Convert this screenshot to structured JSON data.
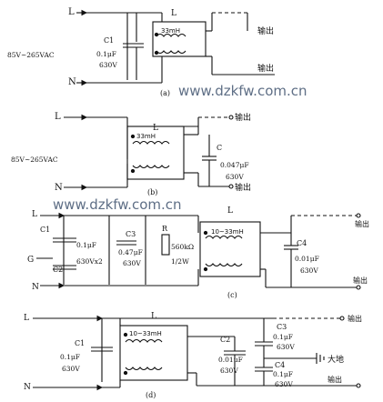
{
  "watermark": "www.dzkfw.com.cn",
  "a": {
    "L": "L",
    "N": "N",
    "ind": "L",
    "ind_val": "33mH",
    "cap": "C1",
    "cap_val1": "0.1μF",
    "cap_val2": "630V",
    "vin": "85V~265VAC",
    "out1": "输出",
    "out2": "输出",
    "tag": "(a)"
  },
  "b": {
    "L": "L",
    "N": "N",
    "ind": "L",
    "ind_val": "33mH",
    "cap": "C",
    "cap_val1": "0.047μF",
    "cap_val2": "630V",
    "vin": "85V~265VAC",
    "out1": "输出",
    "out2": "输出",
    "tag": "(b)"
  },
  "c": {
    "L": "L",
    "N": "N",
    "ind": "L",
    "ind_val": "10~33mH",
    "c1": "C1",
    "c1_val": "0.1μF",
    "c2": "C2",
    "c2_val": "630Vx2",
    "c3": "C3",
    "c3_val1": "0.47μF",
    "c3_val2": "630V",
    "r": "R",
    "r_val1": "560kΩ",
    "r_val2": "1/2W",
    "c4": "C4",
    "c4_val1": "0.01μF",
    "c4_val2": "630V",
    "gnd": "G",
    "out1": "输出",
    "out2": "输出",
    "tag": "(c)"
  },
  "d": {
    "L": "L",
    "N": "N",
    "ind": "L",
    "ind_val": "10~33mH",
    "c1": "C1",
    "c1_val1": "0.1μF",
    "c1_val2": "630V",
    "c2": "C2",
    "c2_val1": "0.01μF",
    "c2_val2": "630V",
    "c3": "C3",
    "c3_val1": "0.1μF",
    "c3_val2": "630V",
    "c4": "C4",
    "c4_val1": "0.1μF",
    "c4_val2": "630V",
    "earth": "大地",
    "out1": "输出",
    "out2": "输出",
    "tag": "(d)"
  }
}
